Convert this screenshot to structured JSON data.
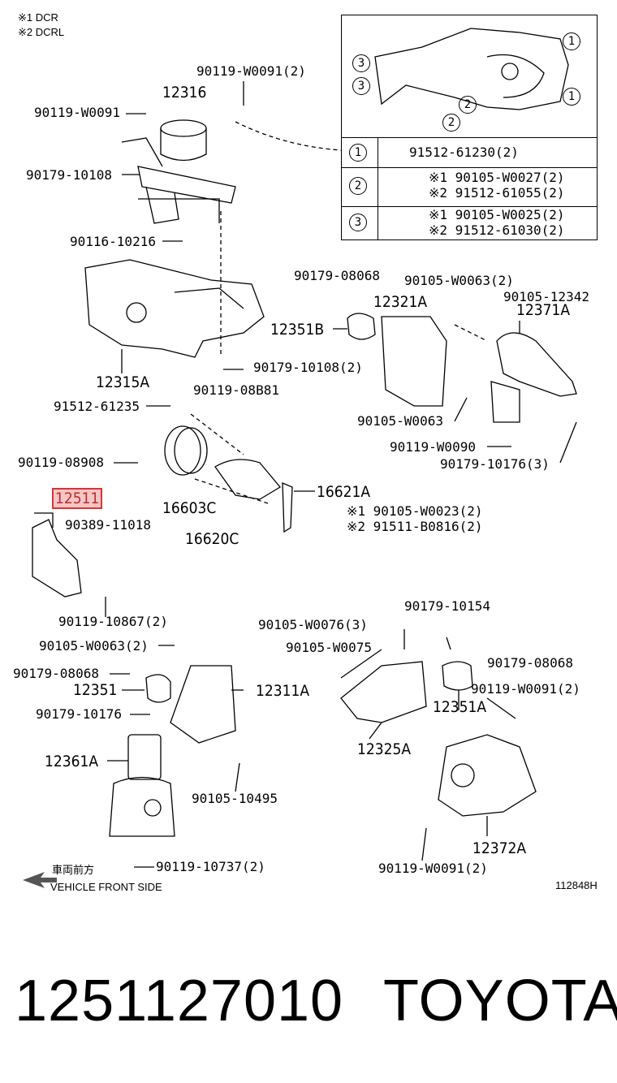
{
  "notes": {
    "n1": "※1  DCR",
    "n2": "※2  DCRL"
  },
  "inset": {
    "markers": [
      "1",
      "2",
      "3"
    ],
    "rows": [
      {
        "num": "1",
        "parts": [
          "91512-61230(2)"
        ]
      },
      {
        "num": "2",
        "parts": [
          "※1 90105-W0027(2)",
          "※2 91512-61055(2)"
        ]
      },
      {
        "num": "3",
        "parts": [
          "※1 90105-W0025(2)",
          "※2 91512-61030(2)"
        ]
      }
    ]
  },
  "labels": {
    "l_90119_w0091_2": "90119-W0091(2)",
    "l_12316": "12316",
    "l_90119_w0091": "90119-W0091",
    "l_90179_10108": "90179-10108",
    "l_90116_10216": "90116-10216",
    "l_90179_08068_a": "90179-08068",
    "l_90105_w0063_2a": "90105-W0063(2)",
    "l_90105_12342": "90105-12342",
    "l_12321a": "12321A",
    "l_12371a": "12371A",
    "l_12351b": "12351B",
    "l_90179_10108_2": "90179-10108(2)",
    "l_12315a": "12315A",
    "l_90119_08b81": "90119-08B81",
    "l_91512_61235": "91512-61235",
    "l_90105_w0063": "90105-W0063",
    "l_90119_w0090": "90119-W0090",
    "l_90179_10176_3": "90179-10176(3)",
    "l_90119_08908": "90119-08908",
    "l_16621a": "16621A",
    "l_12511": "12511",
    "l_90389_11018": "90389-11018",
    "l_16603c": "16603C",
    "l_16620c": "16620C",
    "l_90105_w0023_2": "※1 90105-W0023(2)",
    "l_91511_b0816_2": "※2 91511-B0816(2)",
    "l_90119_10867_2": "90119-10867(2)",
    "l_90179_10154": "90179-10154",
    "l_90105_w0076_3": "90105-W0076(3)",
    "l_90105_w0063_2b": "90105-W0063(2)",
    "l_90105_w0075": "90105-W0075",
    "l_90179_08068_b": "90179-08068",
    "l_90179_08068_c": "90179-08068",
    "l_12311a": "12311A",
    "l_12351": "12351",
    "l_12351a": "12351A",
    "l_90119_w0091_2b": "90119-W0091(2)",
    "l_90179_10176": "90179-10176",
    "l_12325a": "12325A",
    "l_12361a": "12361A",
    "l_90105_10495": "90105-10495",
    "l_12372a": "12372A",
    "l_90119_10737_2": "90119-10737(2)",
    "l_90119_w0091_2c": "90119-W0091(2)"
  },
  "front": {
    "jp": "車両前方",
    "en": "VEHICLE FRONT SIDE"
  },
  "figure_code": "112848H",
  "footer": {
    "part_number": "1251127010",
    "brand": "TOYOTA"
  },
  "colors": {
    "highlight": "#c0282a",
    "highlight_bg": "#f6c6c6"
  }
}
